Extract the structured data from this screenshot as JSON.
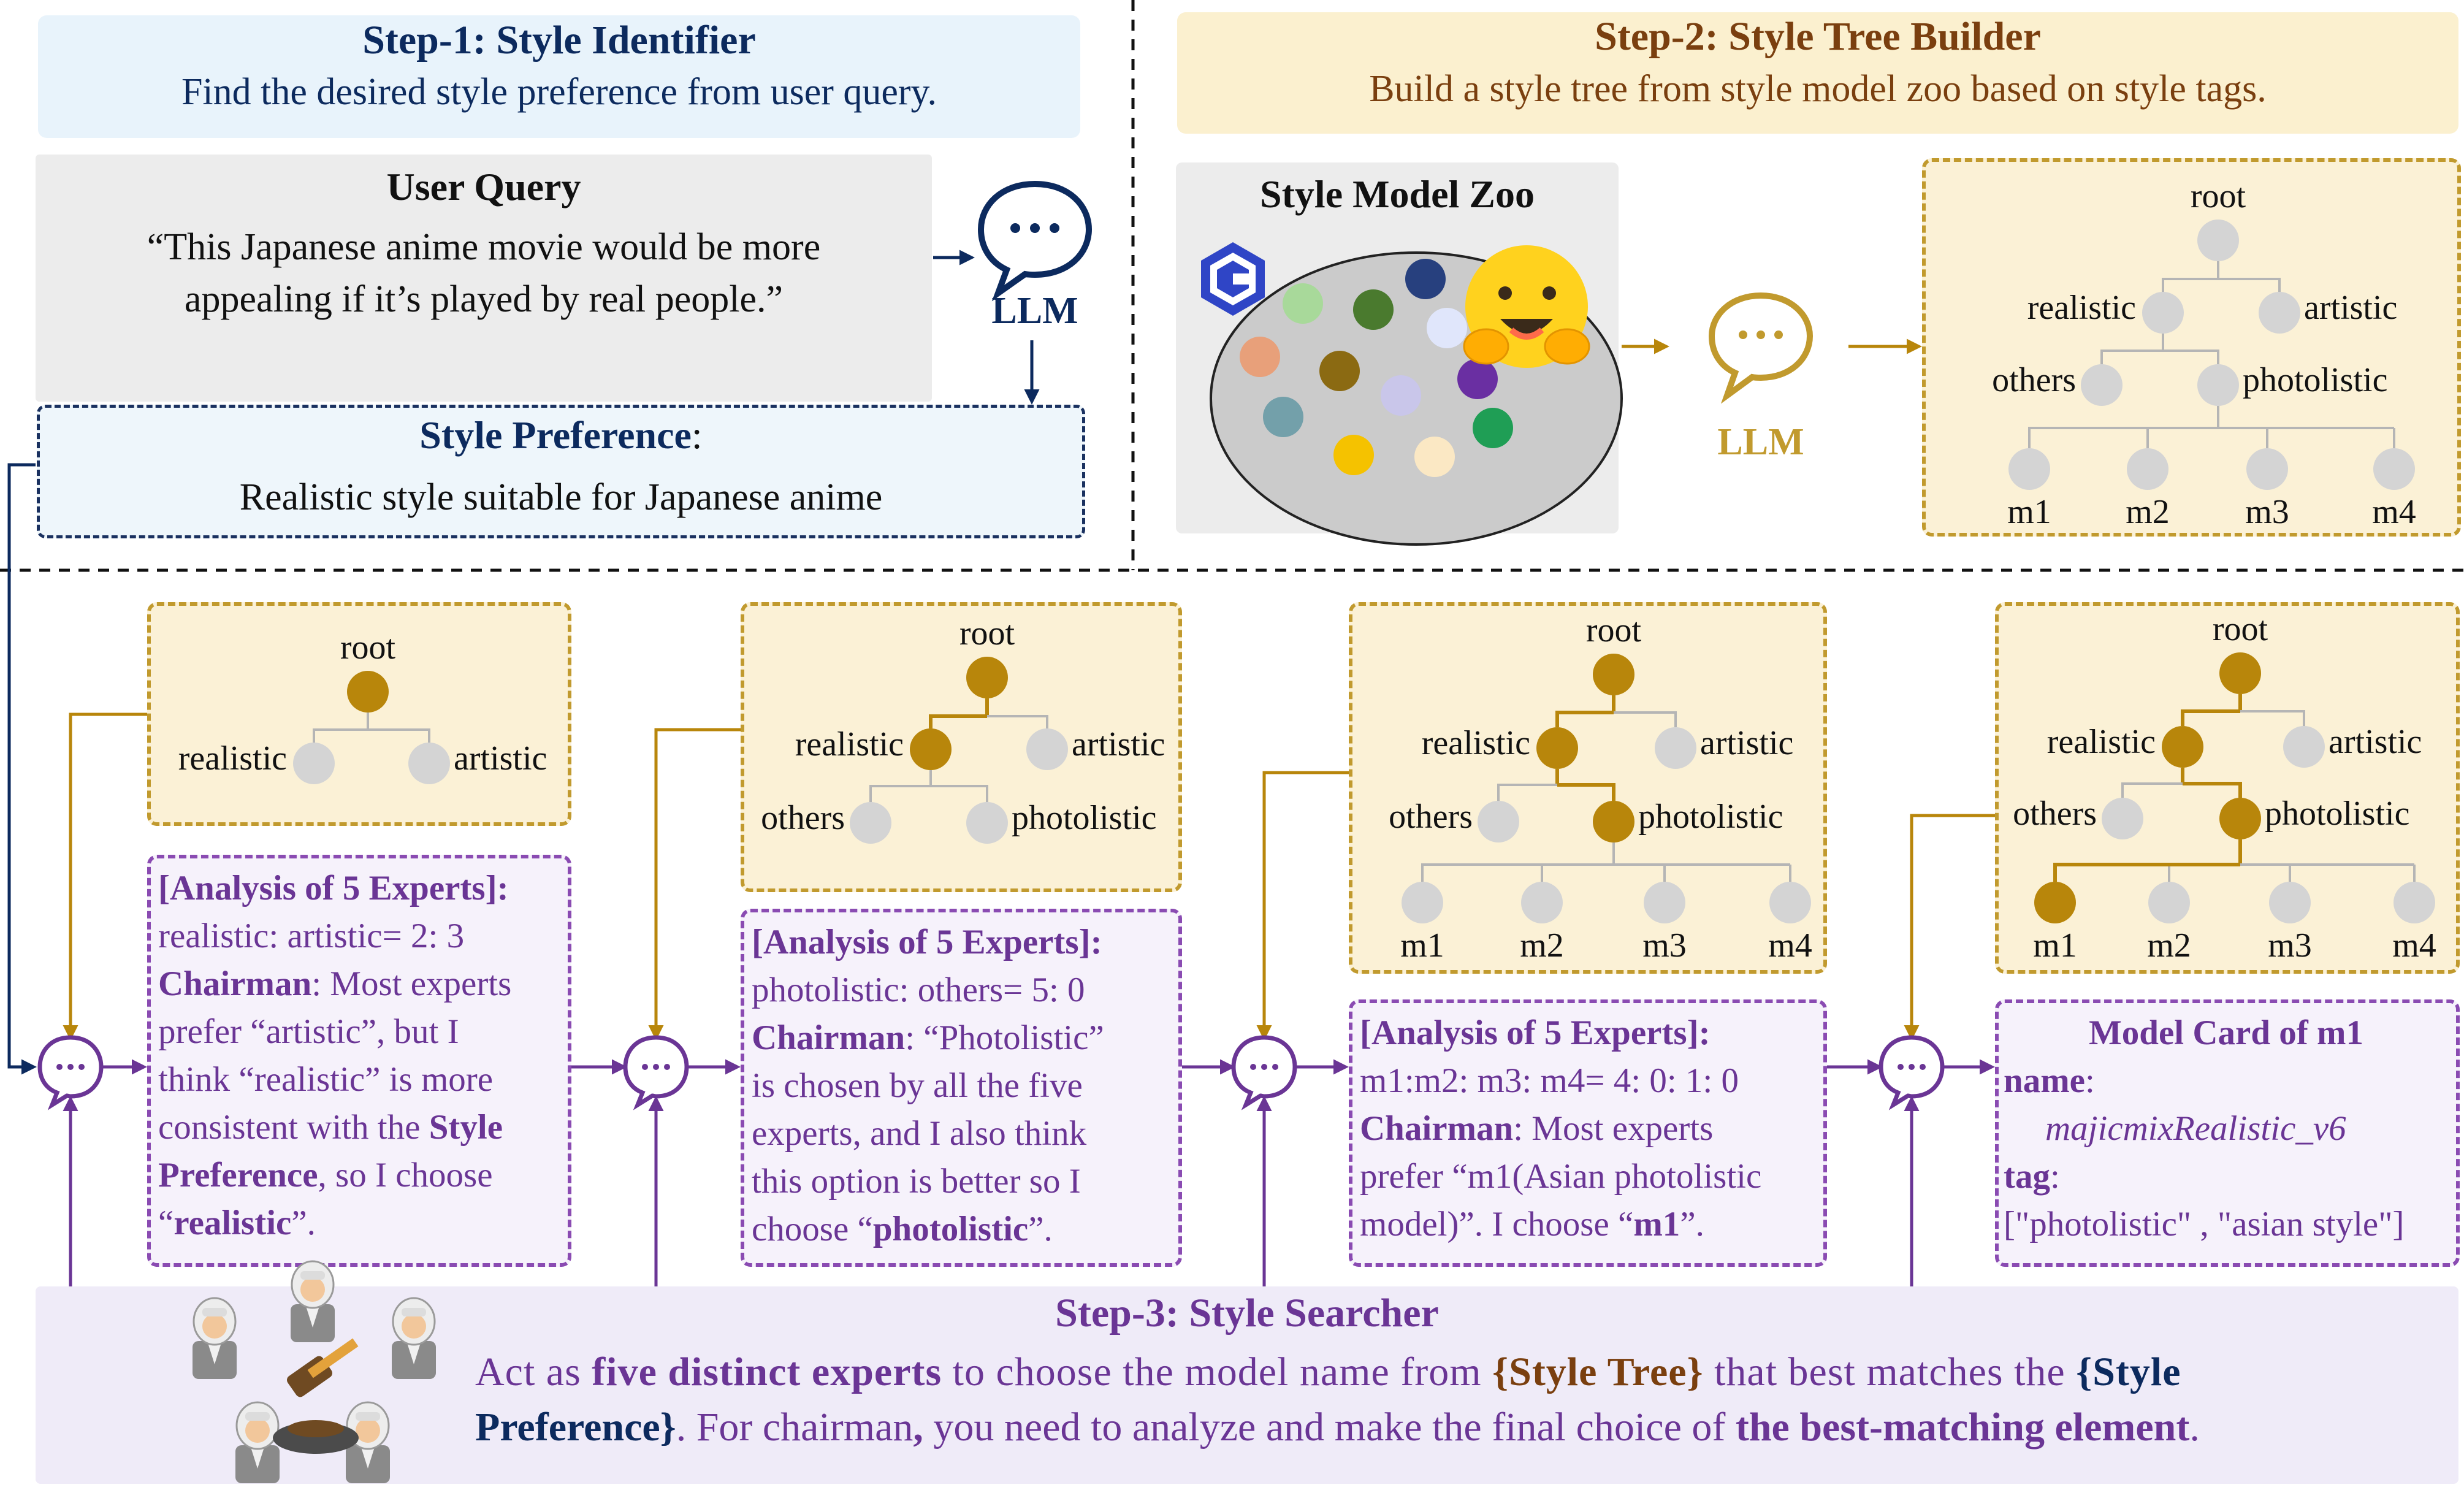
{
  "step1": {
    "title": "Step-1: Style Identifier",
    "subtitle": "Find the desired style preference from user query."
  },
  "user_query": {
    "title": "User Query",
    "line1": "“This Japanese anime movie would be more",
    "line2": "appealing if it’s played by real people.”"
  },
  "llm_label": "LLM",
  "style_preference": {
    "title": "Style Preference",
    "colon": ":",
    "text": "Realistic style suitable for Japanese anime"
  },
  "step2": {
    "title": "Step-2: Style Tree Builder",
    "subtitle": "Build a style tree from style model zoo based on style tags."
  },
  "zoo": {
    "title": "Style Model Zoo",
    "dot_colors": [
      "#a8d99a",
      "#4a7a2e",
      "#27407e",
      "#e8a07a",
      "#e0e6fb",
      "#8b6a12",
      "#c9c6ea",
      "#6a2fa2",
      "#73a0aa",
      "#f5c200",
      "#fbe8c4",
      "#1f9e55"
    ]
  },
  "tree_labels": {
    "root": "root",
    "realistic": "realistic",
    "artistic": "artistic",
    "others": "others",
    "photolistic": "photolistic",
    "m1": "m1",
    "m2": "m2",
    "m3": "m3",
    "m4": "m4"
  },
  "colors": {
    "navy": "#0c2a5e",
    "gold_highlight": "#b8860b",
    "node_gray": "#d4d4d4",
    "purple": "#6a3595"
  },
  "analysis1": {
    "heading": "[Analysis of 5 Experts]:",
    "ratio": "realistic: artistic= 2: 3",
    "chair": "Chairman",
    "t1": ": Most experts",
    "t2": "prefer “artistic”, but I",
    "t3": "think “realistic” is more",
    "t4": "consistent with the ",
    "t4b": "Style",
    "t5b": "Preference",
    "t5": ", so I choose",
    "t6a": "“",
    "t6b": "realistic",
    "t6c": "”."
  },
  "analysis2": {
    "heading": "[Analysis of 5 Experts]:",
    "ratio": "photolistic: others= 5: 0",
    "chair": "Chairman",
    "t1": ": “Photolistic”",
    "t2": "is chosen by all the five",
    "t3": "experts, and I also think",
    "t4": "this option is better so I",
    "t5a": "choose “",
    "t5b": "photolistic",
    "t5c": "”."
  },
  "analysis3": {
    "heading": "[Analysis of 5 Experts]:",
    "ratio": "m1:m2: m3: m4= 4: 0: 1: 0",
    "chair": "Chairman",
    "t1": ": Most experts",
    "t2": "prefer “m1(Asian photolistic",
    "t3a": "model)”. I choose “",
    "t3b": "m1",
    "t3c": "”."
  },
  "model_card": {
    "title": "Model Card of m1",
    "name_label": "name",
    "colon": ":",
    "name_value": "majicmixRealistic_v6",
    "tag_label": "tag",
    "tag_value": "[\"photolistic\" , \"asian style\"]"
  },
  "step3": {
    "title": "Step-3: Style Searcher",
    "l1a": "Act as ",
    "l1b": "five distinct experts",
    "l1c": " to choose the model name from ",
    "l1d": "{Style Tree}",
    "l1e": " that best matches the ",
    "l1f": "{Style",
    "l2a": "Preference}",
    "l2b": ". For chairman",
    "l2c": ",",
    "l2d": " you need to analyze and make the final choice of ",
    "l2e": "the best-matching element",
    "l2f": "."
  }
}
